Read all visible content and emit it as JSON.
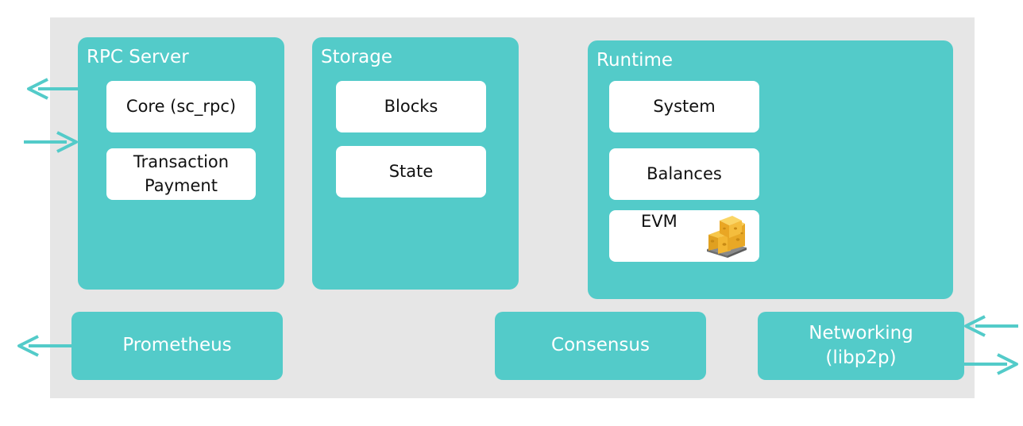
{
  "rpc_server": {
    "title": "RPC Server",
    "items": [
      "Core (sc_rpc)",
      "Transaction\nPayment"
    ]
  },
  "storage": {
    "title": "Storage",
    "items": [
      "Blocks",
      "State"
    ]
  },
  "runtime": {
    "title": "Runtime",
    "items": [
      "System",
      "Balances",
      "EVM"
    ],
    "evm_icon": "cheese-pallet-icon"
  },
  "prometheus": {
    "label": "Prometheus"
  },
  "consensus": {
    "label": "Consensus"
  },
  "networking": {
    "line1": "Networking",
    "line2": "(libp2p)"
  },
  "colors": {
    "panel": "#53cbc9",
    "background": "#e6e6e6",
    "box": "#ffffff",
    "arrow": "#53cbc9",
    "cheese": "#f2b632"
  }
}
